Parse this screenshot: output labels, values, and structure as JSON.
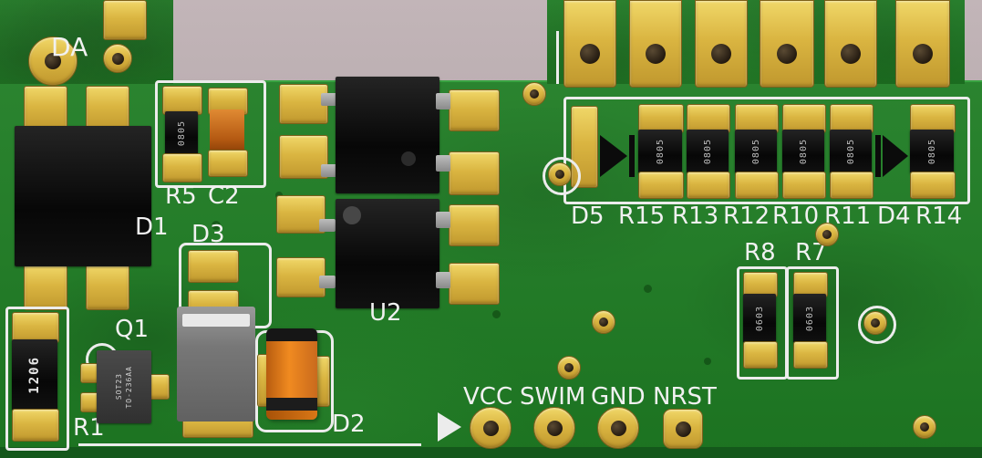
{
  "render": {
    "description": "3D render of a green PCB (programmer/debug adapter board)",
    "colors": {
      "board_green": "#1f7d24",
      "board_edge_dark": "#14581b",
      "pad_gold": "#dab541",
      "silkscreen_white": "#f1f1f1",
      "background_pink": "#b3a6a9",
      "component_black": "#0b0b0b",
      "capacitor_orange": "#c96a1d",
      "inductor_orange": "#e8821c",
      "diode_gray": "#777777"
    }
  },
  "silkscreen": {
    "da": "DA",
    "r5": "R5",
    "c2": "C2",
    "d1": "D1",
    "d3": "D3",
    "q1": "Q1",
    "r1": "R1",
    "u2": "U2",
    "d2": "D2",
    "vcc": "VCC",
    "swim": "SWIM",
    "gnd": "GND",
    "nrst": "NRST",
    "d5": "D5",
    "r15": "R15",
    "r13": "R13",
    "r12": "R12",
    "r10": "R10",
    "r11": "R11",
    "d4": "D4",
    "r14": "R14",
    "r8": "R8",
    "r7": "R7"
  },
  "markings": {
    "r1": "1206",
    "r5": "0805",
    "q1_line1": "SOT23",
    "q1_line2": "TO-236AA",
    "r15": "0805",
    "r13": "0805",
    "r12": "0805",
    "r10": "0805",
    "r11": "0805",
    "r14": "0805",
    "r8": "0603",
    "r7": "0603"
  }
}
